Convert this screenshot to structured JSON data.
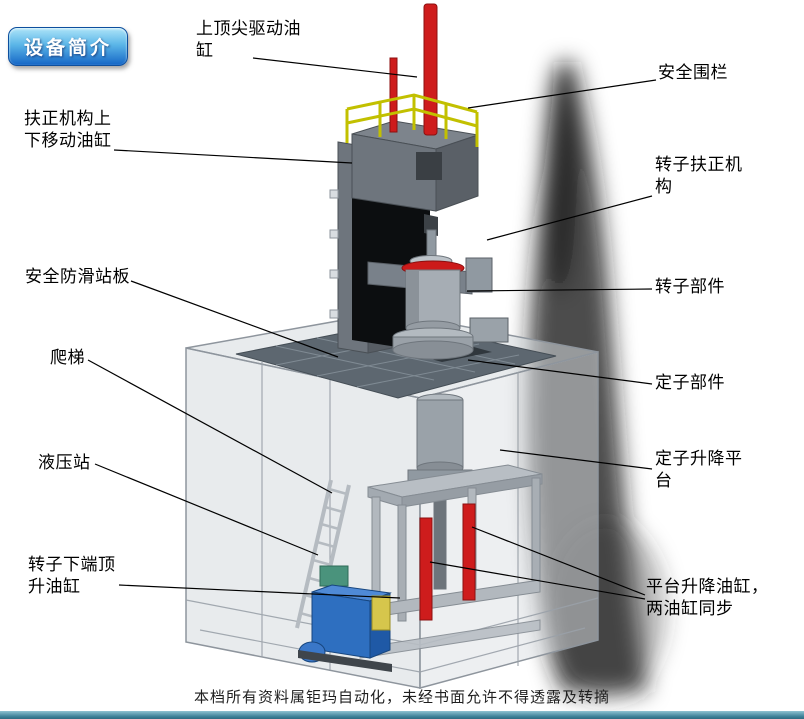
{
  "badge": {
    "label": "设备简介"
  },
  "annotations": [
    {
      "id": "top-tip-drive-cylinder",
      "text": "上顶尖驱动油缸"
    },
    {
      "id": "safety-fence",
      "text": "安全围栏"
    },
    {
      "id": "centering-updown-cylinder",
      "text": "扶正机构上下移动油缸"
    },
    {
      "id": "rotor-centering-mechanism",
      "text": "转子扶正机构"
    },
    {
      "id": "anti-slip-standing-board",
      "text": "安全防滑站板"
    },
    {
      "id": "rotor-component",
      "text": "转子部件"
    },
    {
      "id": "ladder",
      "text": "爬梯"
    },
    {
      "id": "stator-component",
      "text": "定子部件"
    },
    {
      "id": "hydraulic-station",
      "text": "液压站"
    },
    {
      "id": "stator-lift-platform",
      "text": "定子升降平台"
    },
    {
      "id": "rotor-bottom-jack-cylinder",
      "text": "转子下端顶升油缸"
    },
    {
      "id": "platform-lift-cylinders",
      "text": "平台升降油缸，两油缸同步"
    }
  ],
  "footer": {
    "text": "本档所有资料属钜玛自动化，未经书面允许不得透露及转摘"
  },
  "colors": {
    "badge_blue_top": "#aee4f8",
    "badge_blue_bottom": "#1566c6",
    "cylinder_red": "#ce1c1c",
    "railing_yellow": "#c2c000",
    "hydraulic_blue": "#2e6fc0",
    "platform_gray": "#5d6770",
    "bottom_bar_teal": "#3d8097"
  }
}
